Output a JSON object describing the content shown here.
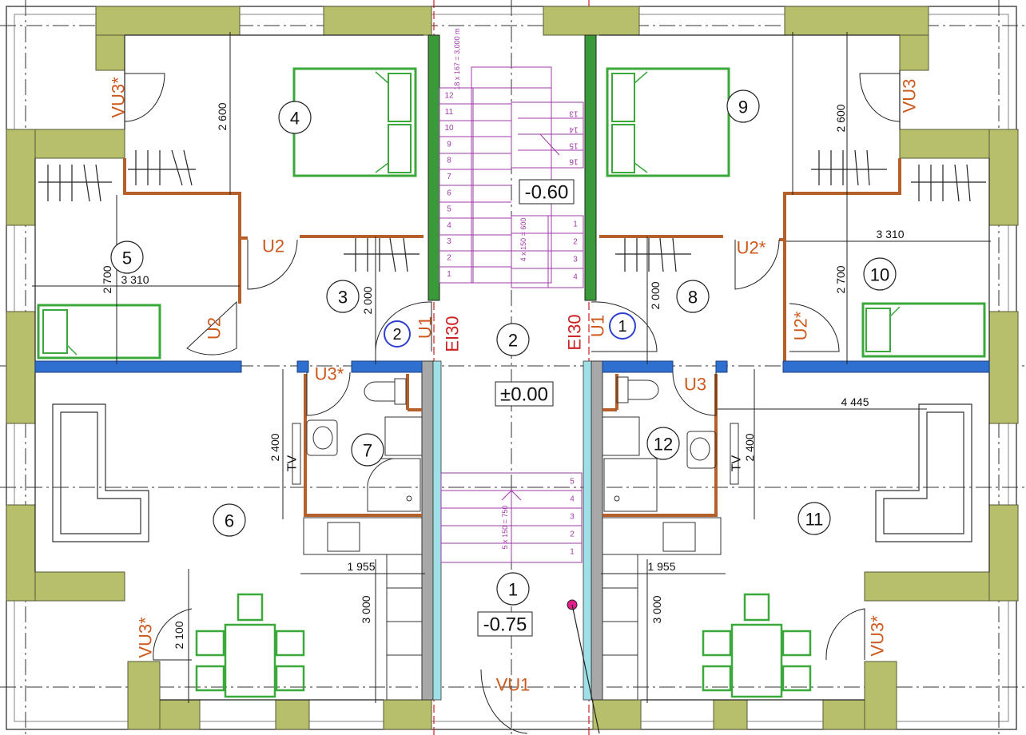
{
  "colors": {
    "masonry": "#b8bf6a",
    "masonry_stroke": "#5a5a3a",
    "partition": "#b5602b",
    "furniture": "#3aa83a",
    "stair": "#a23aa8",
    "door_label": "#cc5a1e",
    "fire_label": "#cc2222",
    "axis": "#333333",
    "window": "#2f6fd0",
    "wall_grey": "#a8a8a8",
    "insulation": "#9fe0e6",
    "marker": "#e0208a"
  },
  "rooms": [
    {
      "id": "room-1",
      "number": "1"
    },
    {
      "id": "room-2",
      "number": "2"
    },
    {
      "id": "room-3",
      "number": "3"
    },
    {
      "id": "room-4",
      "number": "4"
    },
    {
      "id": "room-5",
      "number": "5"
    },
    {
      "id": "room-6",
      "number": "6"
    },
    {
      "id": "room-7",
      "number": "7"
    },
    {
      "id": "room-8",
      "number": "8"
    },
    {
      "id": "room-9",
      "number": "9"
    },
    {
      "id": "room-10",
      "number": "10"
    },
    {
      "id": "room-11",
      "number": "11"
    },
    {
      "id": "room-12",
      "number": "12"
    }
  ],
  "levels": [
    "-0.60",
    "±0.00",
    "-0.75"
  ],
  "windows": [
    "2",
    "1"
  ],
  "doors": [
    "VU3*",
    "VU3",
    "U2",
    "U2",
    "U2*",
    "U2*",
    "U1",
    "U1",
    "U3*",
    "U3",
    "VU3*",
    "VU3*",
    "VU1"
  ],
  "fire_ratings": [
    "EI30",
    "EI30"
  ],
  "dimensions": [
    "2 600",
    "2 600",
    "2 700",
    "3 310",
    "2 000",
    "2 000",
    "3 310",
    "2 700",
    "2 400",
    "2 400",
    "4 445",
    "1 955",
    "1 955",
    "3 000",
    "3 000",
    "2 100"
  ],
  "stairs": {
    "upper_note": "18 x 167 = 3,000 m",
    "mid_note": "4 x 150 = 600",
    "lower_note": "5 x 150 = 750",
    "left_flight": [
      "12",
      "11",
      "10",
      "9",
      "8",
      "7",
      "6",
      "5",
      "4",
      "3",
      "2",
      "1"
    ],
    "turn_flight": [
      "13",
      "14",
      "15",
      "16"
    ],
    "mid_flight": [
      "1",
      "2",
      "3",
      "4"
    ],
    "lower_flight": [
      "5",
      "4",
      "3",
      "2",
      "1"
    ]
  },
  "fixtures": [
    "TV",
    "TV"
  ]
}
